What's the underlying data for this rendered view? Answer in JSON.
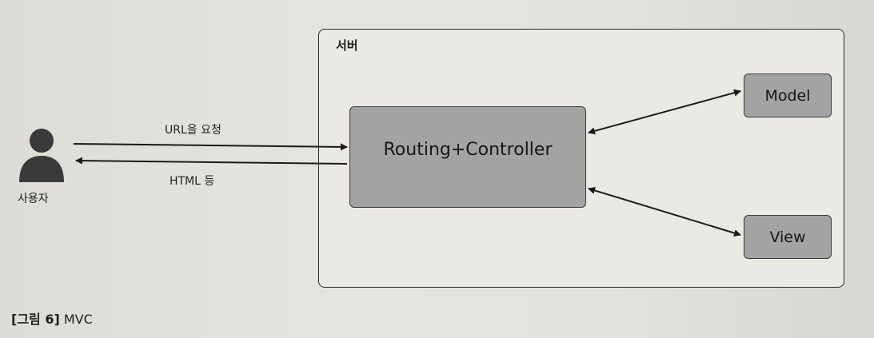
{
  "server": {
    "label": "서버"
  },
  "user": {
    "label": "사용자",
    "icon": "user-icon"
  },
  "edges": {
    "request_label": "URL을 요청",
    "response_label": "HTML 등"
  },
  "nodes": {
    "controller": "Routing+Controller",
    "model": "Model",
    "view": "View"
  },
  "caption": {
    "figure": "[그림 6]",
    "title": "MVC"
  },
  "colors": {
    "box_fill": "#a3a3a3",
    "stroke": "#1a1a1a",
    "user_icon": "#3a3a3a"
  }
}
